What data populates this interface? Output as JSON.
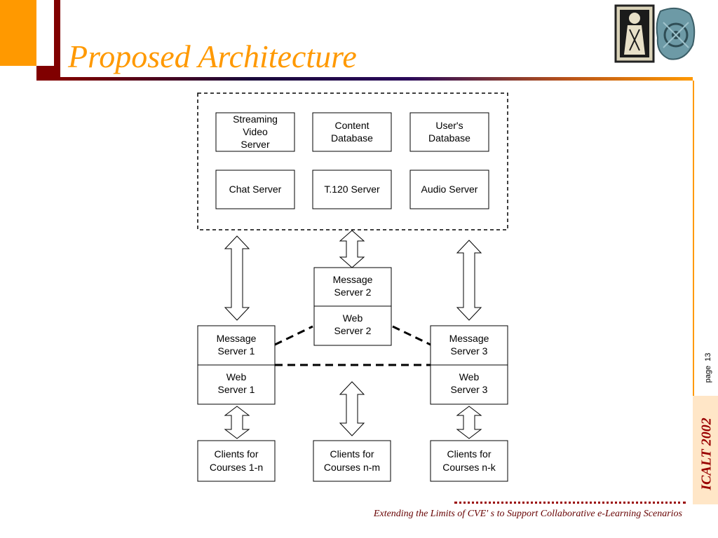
{
  "slide": {
    "title": "Proposed Architecture",
    "footer": "Extending the Limits of CVE' s to Support Collaborative e-Learning Scenarios",
    "page_label": "page",
    "page_number": "13",
    "conference": "ICALT 2002"
  },
  "colors": {
    "accent_orange": "#FF9900",
    "accent_maroon": "#800000",
    "conference_text": "#990000"
  },
  "diagram": {
    "top_servers": [
      [
        "Streaming",
        "Video",
        "Server"
      ],
      [
        "Content",
        "Database"
      ],
      [
        "User's",
        "Database"
      ],
      [
        "Chat Server"
      ],
      [
        "T.120 Server"
      ],
      [
        "Audio Server"
      ]
    ],
    "server_nodes": [
      {
        "message": [
          "Message",
          "Server 1"
        ],
        "web": [
          "Web",
          "Server 1"
        ]
      },
      {
        "message": [
          "Message",
          "Server 2"
        ],
        "web": [
          "Web",
          "Server 2"
        ]
      },
      {
        "message": [
          "Message",
          "Server 3"
        ],
        "web": [
          "Web",
          "Server 3"
        ]
      }
    ],
    "client_groups": [
      [
        "Clients for",
        "Courses 1-n"
      ],
      [
        "Clients for",
        "Courses n-m"
      ],
      [
        "Clients for",
        "Courses n-k"
      ]
    ]
  }
}
